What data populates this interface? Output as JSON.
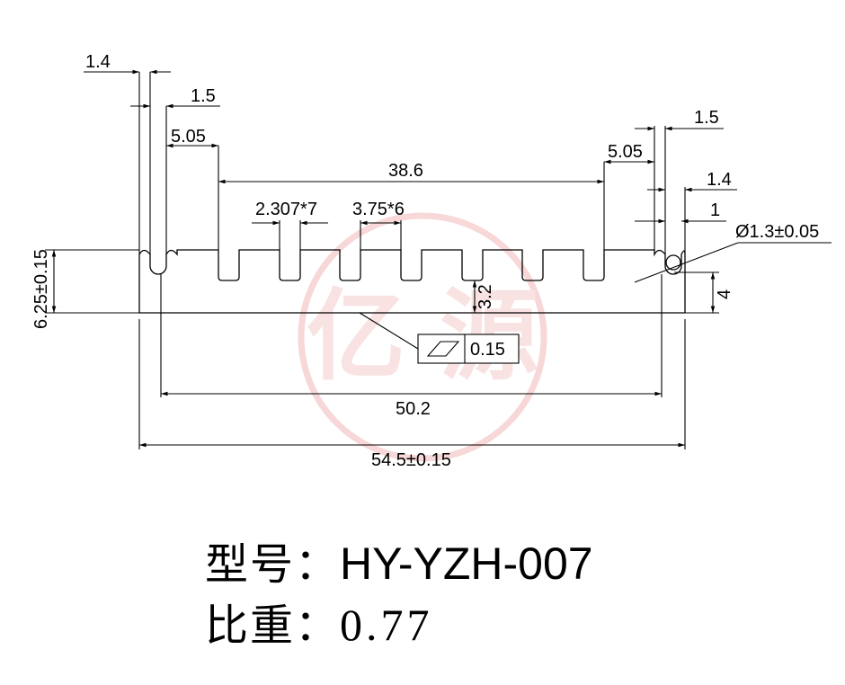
{
  "drawing": {
    "dimensions": {
      "w_1_4_top": "1.4",
      "w_1_5_top": "1.5",
      "w_5_05_left": "5.05",
      "w_38_6": "38.6",
      "pitch_2_307": "2.307*7",
      "pitch_3_75": "3.75*6",
      "w_5_05_right": "5.05",
      "w_1_5_right": "1.5",
      "w_1_4_right": "1.4",
      "w_1_right": "1",
      "hole_dia": "Ø1.3±0.05",
      "height_left": "6.25±0.15",
      "depth_3_2": "3.2",
      "height_right": "4",
      "flatness_value": "0.15",
      "w_50_2": "50.2",
      "w_total": "54.5±0.15"
    },
    "watermark_color": "#f2b8b8"
  },
  "info": {
    "model_label": "型号：",
    "model_value": "HY-YZH-007",
    "weight_label": "比重：",
    "weight_value": "0.77"
  }
}
